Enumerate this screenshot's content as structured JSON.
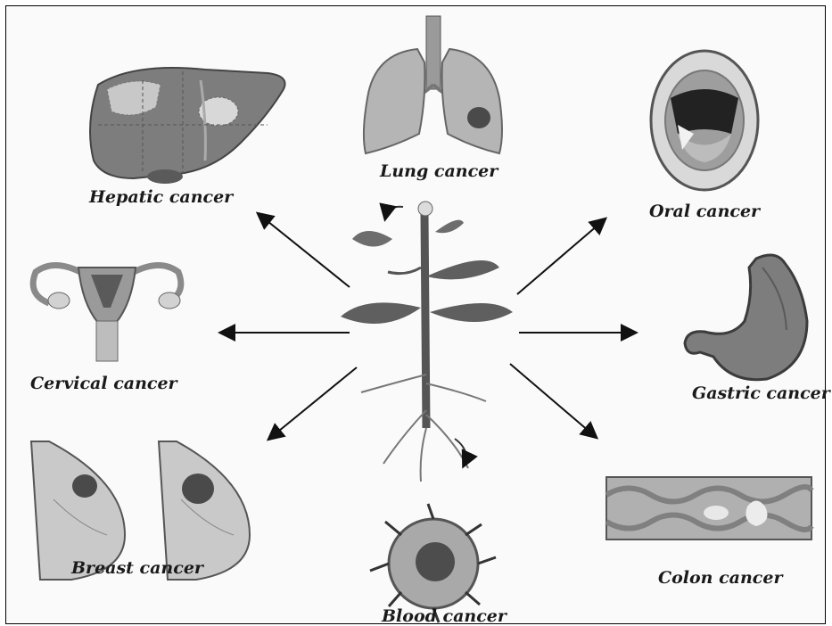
{
  "labels": {
    "lung": "Lung cancer",
    "hepatic": "Hepatic cancer",
    "oral": "Oral cancer",
    "cervical": "Cervical cancer",
    "gastric": "Gastric cancer",
    "breast": "Breast cancer",
    "colon": "Colon cancer",
    "blood": "Blood cancer"
  },
  "colors": {
    "organ_gray": "#8a8a8a",
    "organ_light": "#bdbdbd",
    "tumor": "#4a4a4a",
    "leaf": "#6d6d6d",
    "arrow": "#111111"
  }
}
